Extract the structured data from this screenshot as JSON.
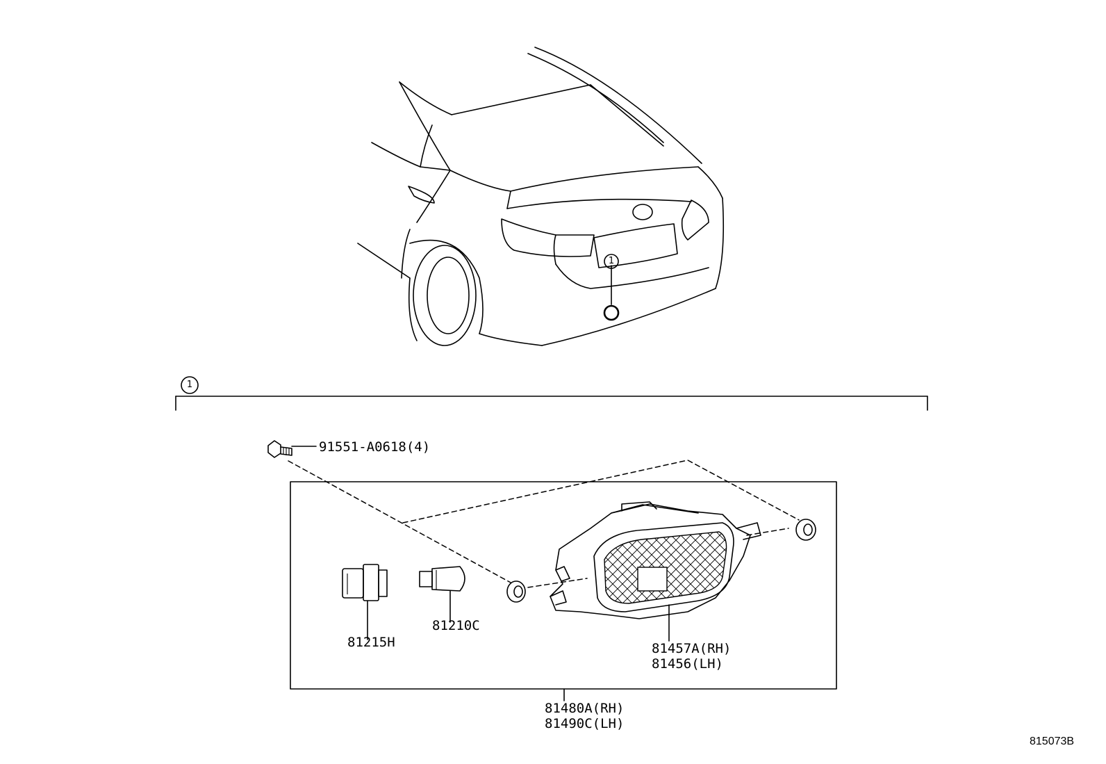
{
  "callouts": {
    "circle_1": "1",
    "bracket_1": "1"
  },
  "parts": {
    "bolt": "91551-A0618(4)",
    "socket": "81215H",
    "bulb": "81210C",
    "lens_rh": "81457A(RH)",
    "lens_lh": "81456(LH)",
    "assy_rh": "81480A(RH)",
    "assy_lh": "81490C(LH)"
  },
  "figure_ref": "815073B"
}
